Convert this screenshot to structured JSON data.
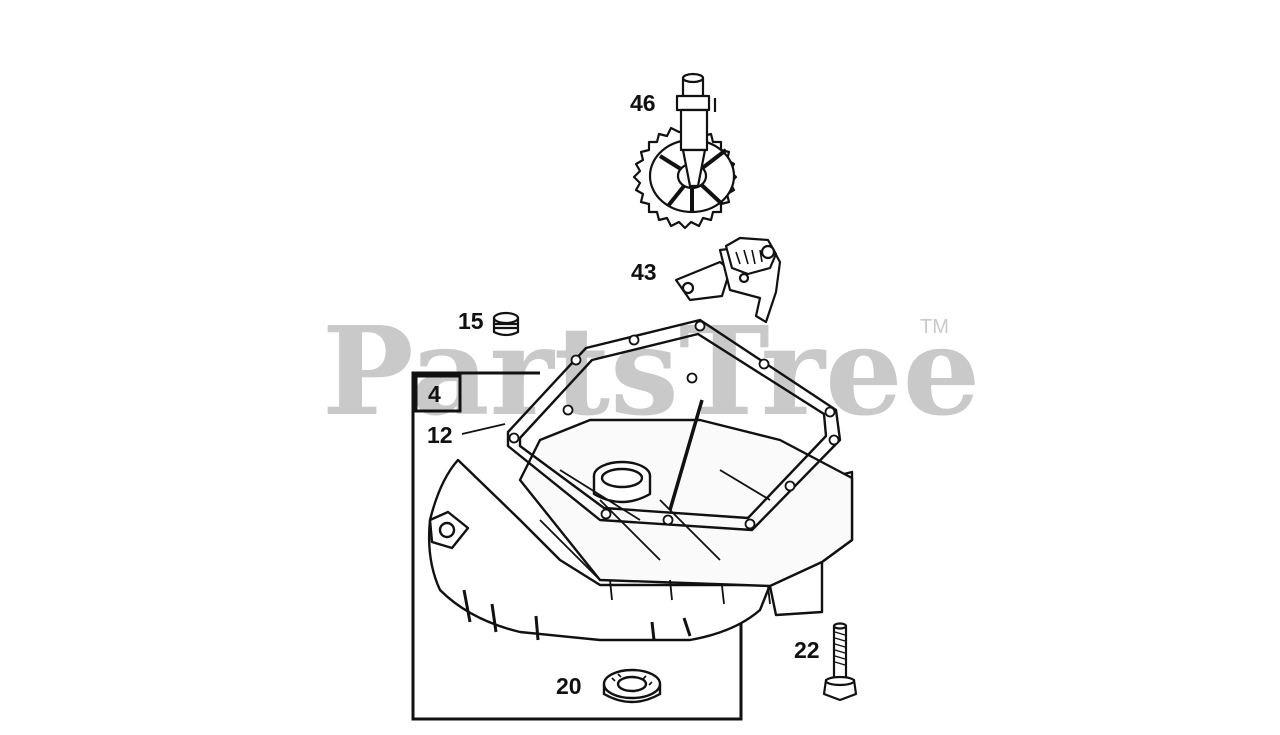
{
  "watermark": {
    "text": "PartsTree",
    "trademark": "TM"
  },
  "assembly_box": {
    "label": "4"
  },
  "callouts": {
    "gear": "46",
    "governor": "43",
    "plug": "15",
    "gasket": "12",
    "seal": "20",
    "bolt": "22"
  },
  "colors": {
    "line": "#111111",
    "watermark": "#c9c9c9",
    "background": "#ffffff"
  }
}
